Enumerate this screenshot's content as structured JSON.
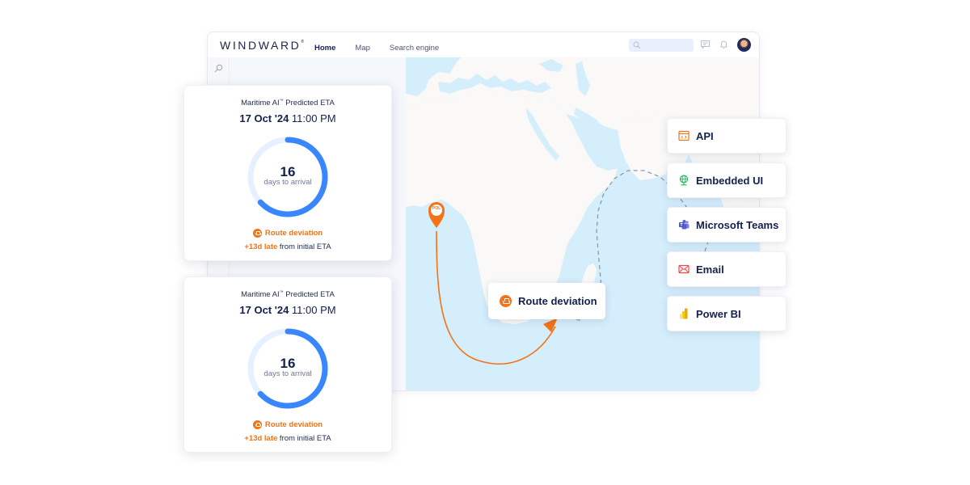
{
  "app": {
    "logo": "WINDWARD",
    "logo_mark": "®",
    "nav": [
      {
        "label": "Home",
        "active": true
      },
      {
        "label": "Map",
        "active": false
      },
      {
        "label": "Search engine",
        "active": false
      }
    ],
    "search_placeholder": "",
    "icons": [
      "search-icon",
      "message-icon",
      "bell-icon",
      "user-avatar"
    ]
  },
  "eta_cards": [
    {
      "title": "Maritime AI",
      "title_mark": "™",
      "title_suffix": " Predicted ETA",
      "date_bold": "17 Oct '24",
      "time": " 11:00 PM",
      "days": "16",
      "days_label": "days to arrival",
      "progress_pct": 63,
      "alert": "Route deviation",
      "late_value": "+13d late",
      "late_suffix": " from initial ETA"
    },
    {
      "title": "Maritime AI",
      "title_mark": "™",
      "title_suffix": " Predicted ETA",
      "date_bold": "17 Oct '24",
      "time": " 11:00 PM",
      "days": "16",
      "days_label": "days to arrival",
      "progress_pct": 63,
      "alert": "Route deviation",
      "late_value": "+13d late",
      "late_suffix": " from initial ETA"
    }
  ],
  "map": {
    "port_marker": "POL",
    "tooltip": "Route deviation"
  },
  "integrations": [
    {
      "label": "API",
      "icon": "api-icon",
      "color": "#f57216"
    },
    {
      "label": "Embedded UI",
      "icon": "globe-icon",
      "color": "#1fb85a"
    },
    {
      "label": "Microsoft Teams",
      "icon": "teams-icon",
      "color": "#5b5fc7"
    },
    {
      "label": "Email",
      "icon": "email-icon",
      "color": "#f04848"
    },
    {
      "label": "Power BI",
      "icon": "powerbi-icon",
      "color": "#f2c811"
    }
  ],
  "colors": {
    "accent_orange": "#f57216",
    "ring_blue": "#3a86ff",
    "ring_track": "#e7f0fe",
    "sea": "#d5eefc",
    "land": "#faf9f8",
    "navy_text": "#14214a"
  }
}
